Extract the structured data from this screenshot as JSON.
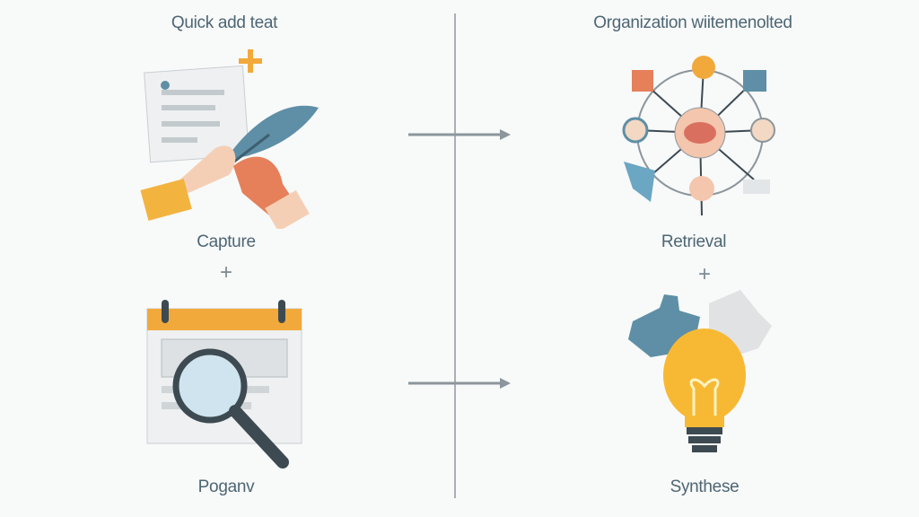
{
  "titles": {
    "left": "Quick add teat",
    "right": "Organization wiitemenolted"
  },
  "labels": {
    "capture": "Capture",
    "retrieval": "Retrieval",
    "poganv": "Poganv",
    "synthese": "Synthese"
  },
  "connectors": {
    "plus": "+"
  },
  "colors": {
    "orange": "#f2a93b",
    "blue": "#5e8fa6",
    "coral": "#e5805a",
    "text": "#4d6674"
  }
}
